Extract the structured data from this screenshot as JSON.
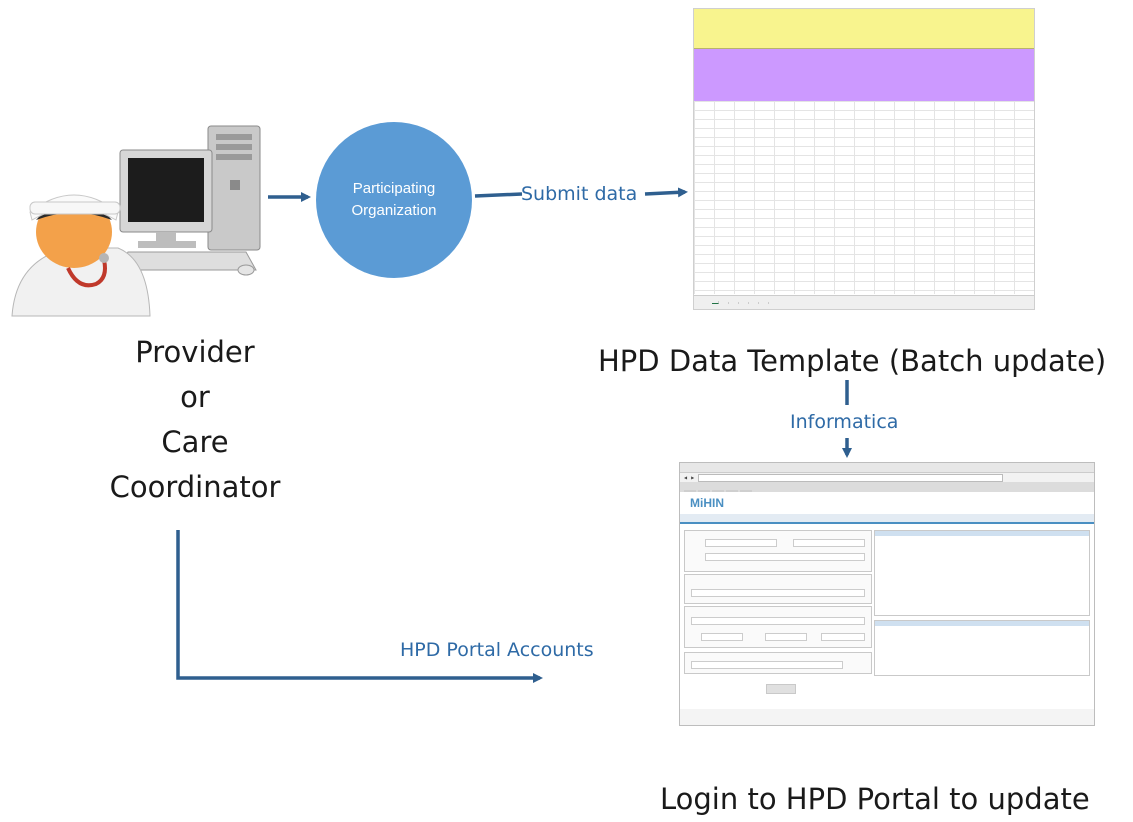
{
  "provider": {
    "label_lines": [
      "Provider",
      "or",
      "Care",
      "Coordinator"
    ]
  },
  "organization": {
    "line1": "Participating",
    "line2": "Organization"
  },
  "edges": {
    "submit_data": "Submit data",
    "informatica": "Informatica",
    "portal_accounts": "HPD Portal Accounts"
  },
  "template": {
    "caption": "HPD Data Template (Batch update)"
  },
  "portal": {
    "caption": "Login to HPD Portal to update",
    "logo": "MiHIN"
  },
  "colors": {
    "arrow": "#2f5f8f",
    "circle": "#5b9bd5",
    "edge_text": "#2e6aa6",
    "sheet_header": "#f8f48e",
    "sheet_band": "#cc99ff"
  }
}
